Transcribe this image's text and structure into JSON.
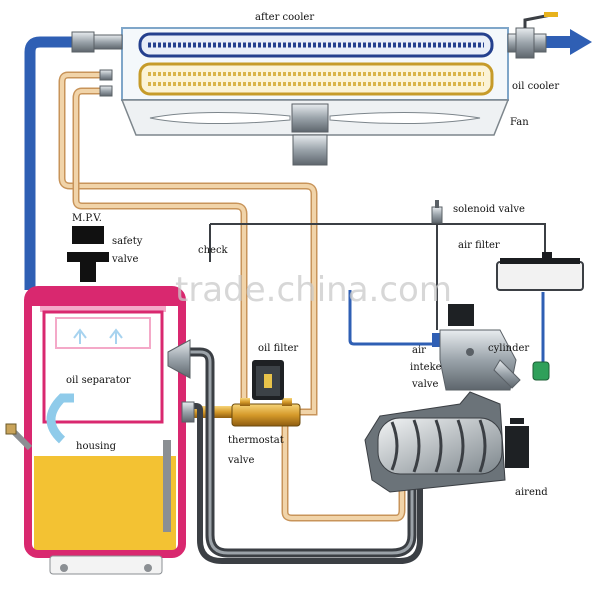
{
  "labels": {
    "after_cooler": "after cooler",
    "oil_cooler": "oil cooler",
    "fan": "Fan",
    "mpv": "M.P.V.",
    "safety": "safety",
    "valve": "valve",
    "check": "check",
    "solenoid_valve": "solenoid valve",
    "air_filter": "air filter",
    "oil_filter": "oil filter",
    "air": "air",
    "inteke": "inteke",
    "valve2": "valve",
    "cylinder": "cylinder",
    "oil_separator": "oil separator",
    "housing": "housing",
    "thermostat": "thermostat",
    "valve3": "valve",
    "airend": "airend"
  },
  "watermark": "trade.china.com",
  "colors": {
    "compressed_air": "#2f5fb4",
    "oil_line": "#e9c08a",
    "oil_fill": "#f3c233",
    "housing_frame": "#d9286f",
    "cooler_frame": "#7fa6c9",
    "metal": "#a9b2b9"
  }
}
